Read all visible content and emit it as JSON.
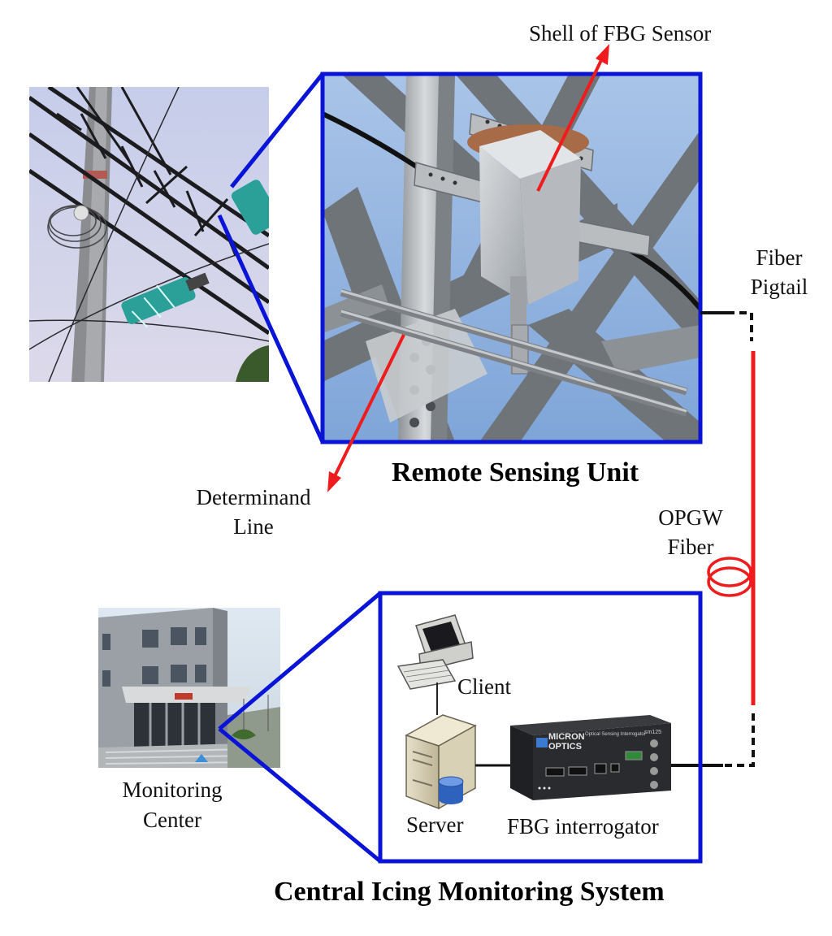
{
  "labels": {
    "shell_sensor": "Shell of FBG Sensor",
    "fiber_pigtail_1": "Fiber",
    "fiber_pigtail_2": "Pigtail",
    "opgw_1": "OPGW",
    "opgw_2": "Fiber",
    "determinand_1": "Determinand",
    "determinand_2": "Line",
    "client": "Client",
    "server": "Server",
    "interrogator": "FBG interrogator",
    "monitoring_1": "Monitoring",
    "monitoring_2": "Center"
  },
  "device": {
    "brand_1": "MICRON",
    "brand_2": "OPTICS",
    "model": "Optical Sensing Interrogator",
    "model_no": "sm125"
  },
  "titles": {
    "remote": "Remote Sensing Unit",
    "central": "Central Icing Monitoring System"
  },
  "colors": {
    "zoom_frame": "#0a14d6",
    "fiber_red": "#ee1c1c",
    "cable_black": "#111111"
  }
}
